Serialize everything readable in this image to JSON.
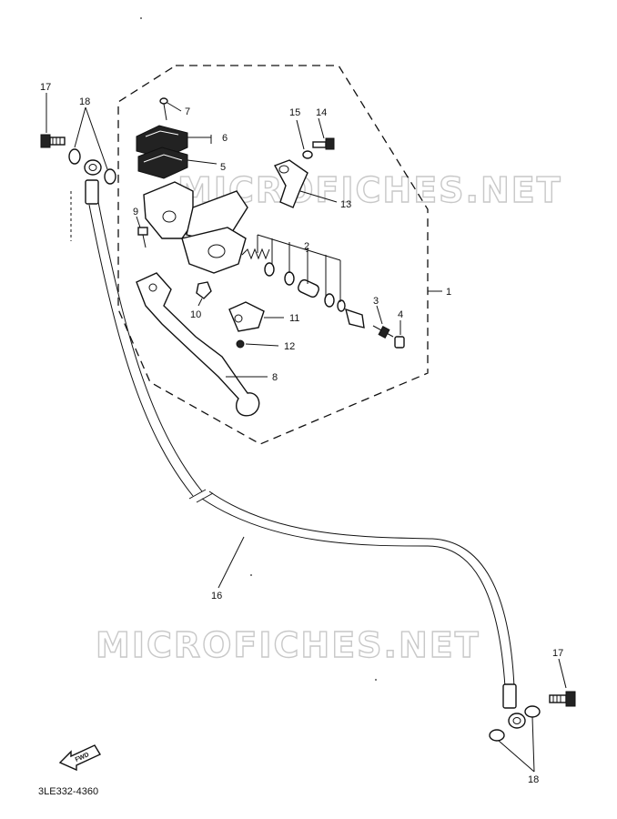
{
  "watermark": "MICROFICHES.NET",
  "diagram_code": "3LE332-4360",
  "fwd_label": "FWD",
  "callouts": {
    "c1": "1",
    "c2": "2",
    "c3": "3",
    "c4": "4",
    "c5": "5",
    "c6": "6",
    "c7": "7",
    "c8": "8",
    "c9": "9",
    "c10": "10",
    "c11": "11",
    "c12": "12",
    "c13": "13",
    "c14": "14",
    "c15": "15",
    "c16": "16",
    "c17a": "17",
    "c17b": "17",
    "c18a": "18",
    "c18b": "18"
  }
}
